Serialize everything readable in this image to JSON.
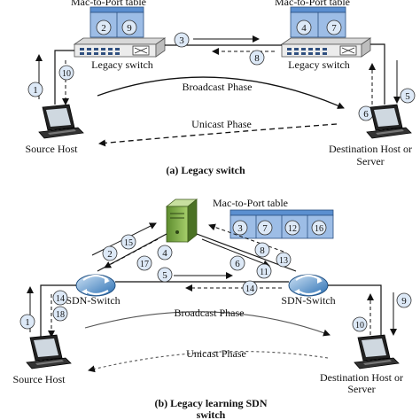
{
  "top": {
    "left_switch": {
      "table_label": "Mac-to-Port table",
      "table_ports": [
        "2",
        "9"
      ],
      "label": "Legacy switch"
    },
    "right_switch": {
      "table_label": "Mac-to-Port table",
      "table_ports": [
        "4",
        "7"
      ],
      "label": "Legacy switch"
    },
    "phase_broadcast": "Broadcast Phase",
    "phase_unicast": "Unicast Phase",
    "source_label": "Source Host",
    "dest_label_line1": "Destination Host or",
    "dest_label_line2": "Server",
    "caption": "(a) Legacy switch",
    "steps": [
      "1",
      "10",
      "3",
      "8",
      "6",
      "5"
    ]
  },
  "bottom": {
    "table_label": "Mac-to-Port table",
    "table_ports": [
      "3",
      "7",
      "12",
      "16"
    ],
    "left_switch_label": "SDN-Switch",
    "right_switch_label": "SDN-Switch",
    "phase_broadcast": "Broadcast Phase",
    "phase_unicast": "Unicast Phase",
    "source_label": "Source Host",
    "dest_label_line1": "Destination Host or",
    "dest_label_line2": "Server",
    "caption_line1": "(b) Legacy learning SDN",
    "caption_line2": "switch",
    "steps": [
      "2",
      "15",
      "17",
      "4",
      "5",
      "14",
      "6",
      "8",
      "13",
      "11",
      "14",
      "1",
      "18",
      "10",
      "9"
    ]
  },
  "colors": {
    "table_fill": "#5b8fd0",
    "switch_fill": "#e8e8e8",
    "server_green": "#7ca84a",
    "circle_fill": "#dde9f7"
  }
}
